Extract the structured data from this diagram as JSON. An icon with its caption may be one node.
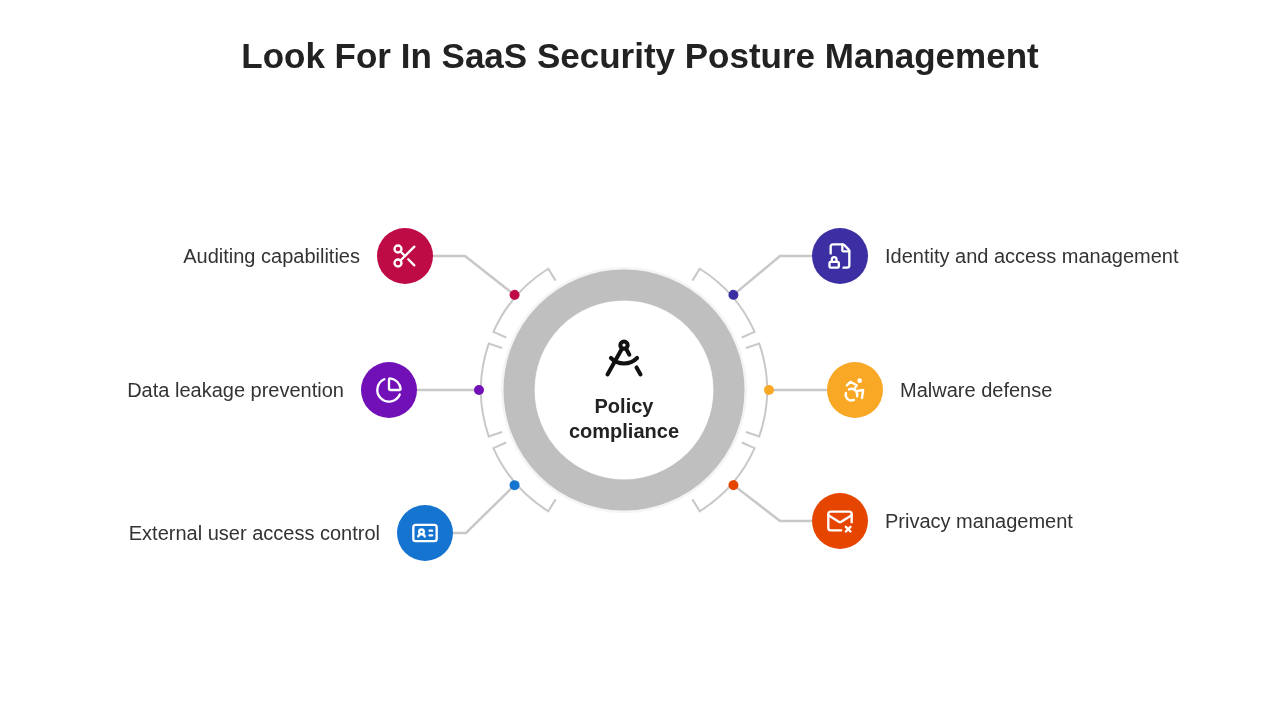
{
  "diagram": {
    "title": "Look For In SaaS Security Posture Management",
    "nodes": [
      {
        "text": [
          "Policy compliance"
        ]
      },
      {
        "text": [
          "Auditing capabilities"
        ]
      },
      {
        "text": [
          "Data leakage prevention"
        ]
      },
      {
        "text": [
          "External user access control"
        ]
      },
      {
        "text": [
          "Identity and access management"
        ]
      },
      {
        "text": [
          "Malware defense"
        ]
      },
      {
        "text": [
          "Privacy management"
        ]
      }
    ],
    "edges": [
      {
        "from": 1,
        "to": 0,
        "arrow": "other"
      },
      {
        "from": 2,
        "to": 0,
        "arrow": "other"
      },
      {
        "from": 3,
        "to": 0,
        "arrow": "other"
      },
      {
        "from": 4,
        "to": 0,
        "arrow": "other"
      },
      {
        "from": 5,
        "to": 0,
        "arrow": "other"
      },
      {
        "from": 6,
        "to": 0,
        "arrow": "other"
      }
    ]
  }
}
